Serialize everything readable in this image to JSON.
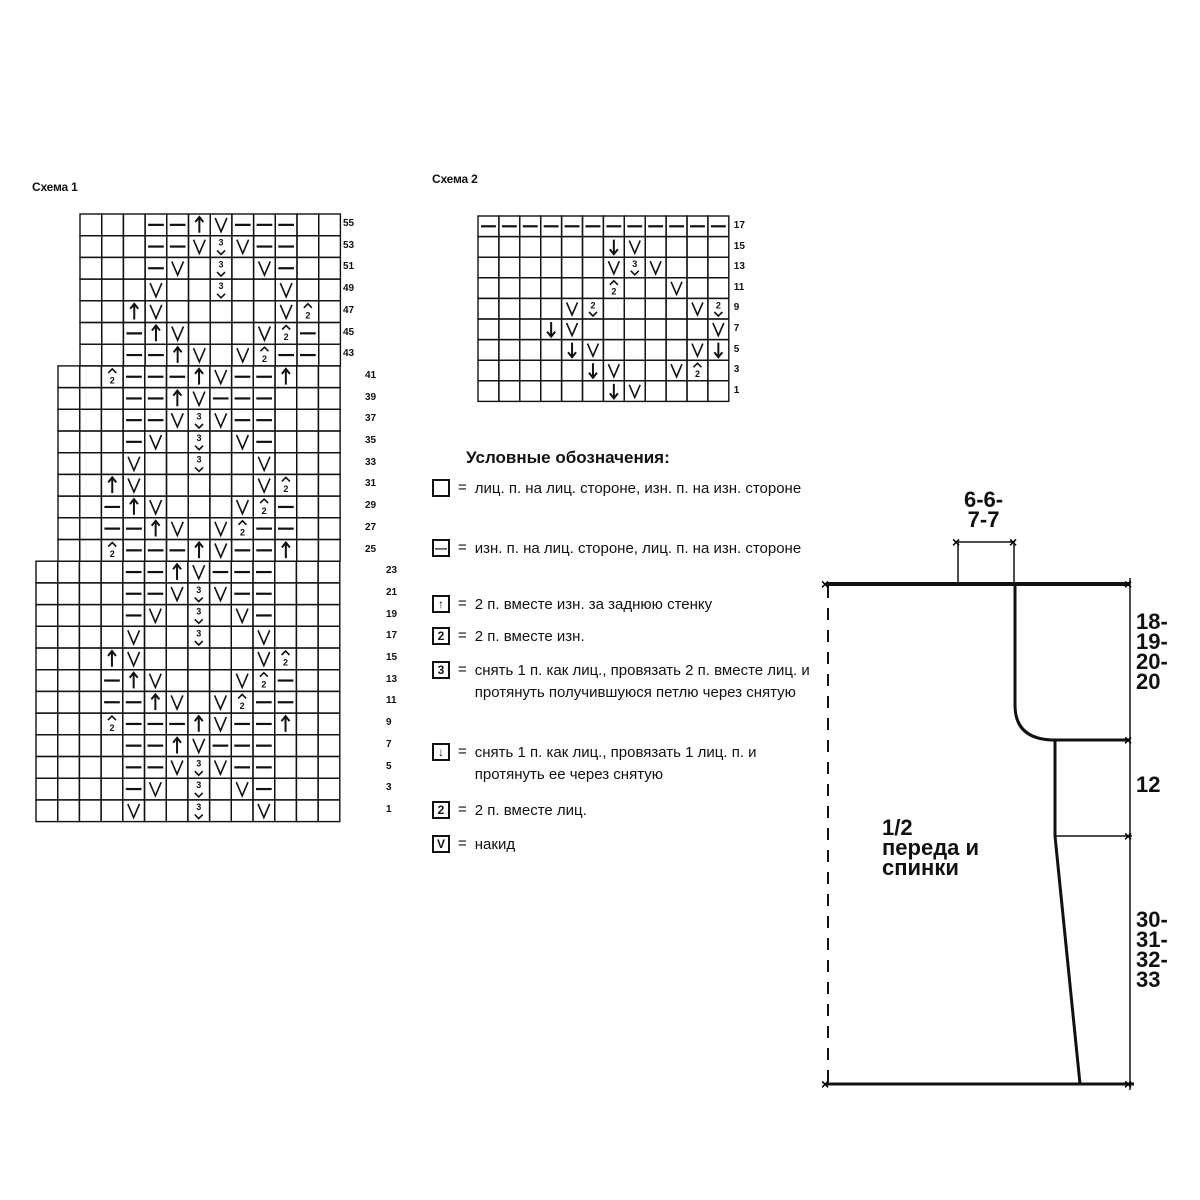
{
  "chart1": {
    "title": "Схема 1",
    "row_numbers": [
      "55",
      "53",
      "51",
      "49",
      "47",
      "45",
      "43",
      "41",
      "39",
      "37",
      "35",
      "33",
      "31",
      "29",
      "27",
      "25",
      "23",
      "21",
      "19",
      "17",
      "15",
      "13",
      "11",
      "9",
      "7",
      "5",
      "3",
      "1"
    ]
  },
  "chart2": {
    "title": "Схема 2",
    "row_numbers": [
      "17",
      "15",
      "13",
      "11",
      "9",
      "7",
      "5",
      "3",
      "1"
    ]
  },
  "legend": {
    "title": "Условные обозначения:",
    "items": [
      {
        "symbol": "",
        "icon": "empty-square-icon",
        "eq": "=",
        "text": "лиц. п. на лиц. стороне, изн. п. на изн. стороне"
      },
      {
        "symbol": "—",
        "icon": "dash-square-icon",
        "eq": "=",
        "text": "изн. п. на лиц. стороне, лиц. п. на изн. стороне"
      },
      {
        "symbol": "↑",
        "icon": "arrow-up-square-icon",
        "eq": "=",
        "text": "2 п. вместе изн. за заднюю стенку"
      },
      {
        "symbol": "2",
        "icon": "two-purl-square-icon",
        "eq": "=",
        "text": "2 п. вместе изн."
      },
      {
        "symbol": "3",
        "icon": "three-knit-square-icon",
        "eq": "=",
        "text": "снять 1 п. как лиц., провязать 2 п. вместе лиц. и протянуть получившуюся петлю через снятую"
      },
      {
        "symbol": "↓",
        "icon": "arrow-down-square-icon",
        "eq": "=",
        "text": "снять 1 п. как лиц., провязать 1 лиц. п. и протянуть ее через снятую"
      },
      {
        "symbol": "2",
        "icon": "two-knit-square-icon",
        "eq": "=",
        "text": "2 п. вместе лиц."
      },
      {
        "symbol": "V",
        "icon": "yarn-over-square-icon",
        "eq": "=",
        "text": "накид"
      }
    ]
  },
  "schematic": {
    "neck_width": [
      "6-6-",
      "7-7"
    ],
    "armhole_depth": [
      "18-",
      "19-",
      "20-",
      "20"
    ],
    "side_middle": "12",
    "lower_length": [
      "30-",
      "31-",
      "32-",
      "33"
    ],
    "piece_label": [
      "1/2",
      "переда и",
      "спинки"
    ]
  },
  "colors": {
    "ink": "#111111",
    "paper": "#ffffff"
  }
}
